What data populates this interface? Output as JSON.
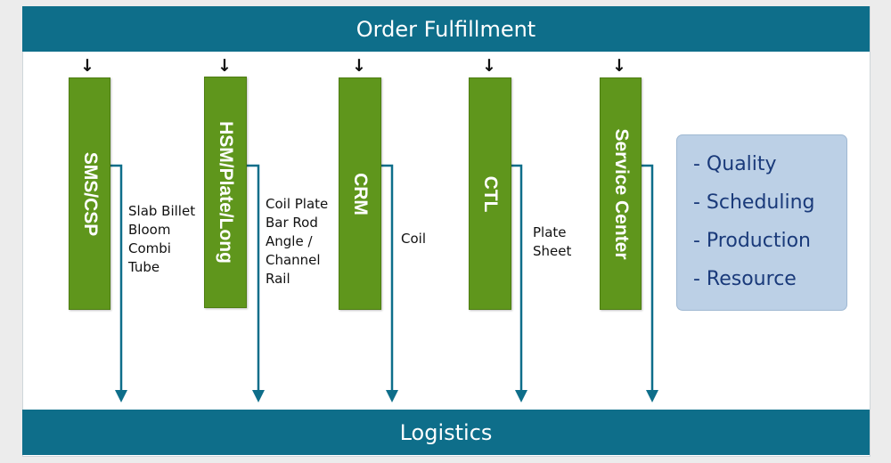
{
  "header": {
    "title": "Order Fulfillment"
  },
  "footer": {
    "title": "Logistics"
  },
  "arrow_glyph": "↓",
  "processes": [
    {
      "label": "SMS/CSP",
      "outputs": [
        "Slab Billet",
        "Bloom",
        "Combi",
        "Tube"
      ]
    },
    {
      "label": "HSM/Plate/Long",
      "outputs": [
        "Coil Plate",
        "Bar Rod",
        "Angle /",
        "Channel",
        "Rail"
      ]
    },
    {
      "label": "CRM",
      "outputs": [
        "Coil"
      ]
    },
    {
      "label": "CTL",
      "outputs": [
        "Plate",
        "Sheet"
      ]
    },
    {
      "label": "Service Center",
      "outputs": []
    }
  ],
  "aspects": [
    "- Quality",
    "- Scheduling",
    "- Production",
    "- Resource"
  ],
  "colors": {
    "band": "#0e6e8a",
    "process": "#5f961c",
    "flow_line": "#0e6e8a",
    "aspects_box": "#bcd0e6",
    "aspects_text": "#1a3a7a"
  }
}
